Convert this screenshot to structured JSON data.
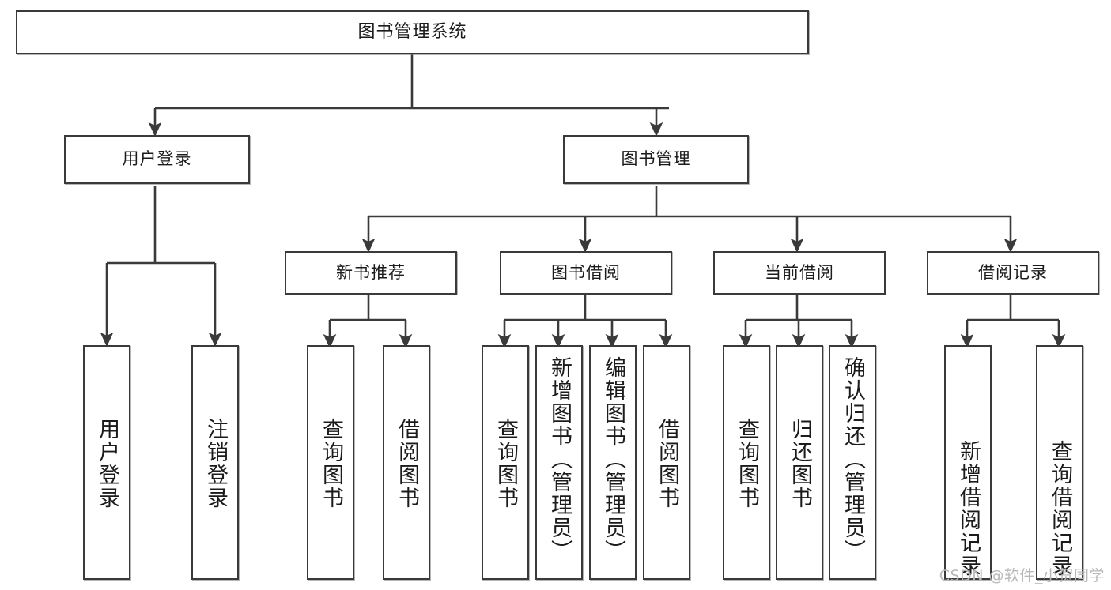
{
  "diagram": {
    "title": "图书管理系统",
    "watermark": "CSDN @软件_小贺同学",
    "edge_color": "#3a3a3a",
    "node_border_color": "#3a3a3a",
    "node_fill_color": "#ffffff",
    "text_color": "#1b1b1b",
    "watermark_color": "#b9b9b9"
  },
  "nodes": {
    "root": {
      "label": "图书管理系统"
    },
    "level1": [
      {
        "id": "user-login",
        "label": "用户登录"
      },
      {
        "id": "book-manage",
        "label": "图书管理"
      }
    ],
    "level2": [
      {
        "id": "new-book-recommend",
        "label": "新书推荐"
      },
      {
        "id": "book-borrow",
        "label": "图书借阅"
      },
      {
        "id": "current-borrow",
        "label": "当前借阅"
      },
      {
        "id": "borrow-record",
        "label": "借阅记录"
      }
    ],
    "leaves": {
      "user_login": [
        {
          "id": "leaf-user-login",
          "label": "用户登录"
        },
        {
          "id": "leaf-logout-login",
          "label": "注销登录"
        }
      ],
      "new_book_recommend": [
        {
          "id": "leaf-query-book-1",
          "label": "查询图书"
        },
        {
          "id": "leaf-borrow-book-1",
          "label": "借阅图书"
        }
      ],
      "book_borrow": [
        {
          "id": "leaf-query-book-2",
          "label": "查询图书"
        },
        {
          "id": "leaf-add-book",
          "label": "新增图书（管理员）"
        },
        {
          "id": "leaf-edit-book",
          "label": "编辑图书（管理员）"
        },
        {
          "id": "leaf-borrow-book-2",
          "label": "借阅图书"
        }
      ],
      "current_borrow": [
        {
          "id": "leaf-query-book-3",
          "label": "查询图书"
        },
        {
          "id": "leaf-return-book",
          "label": "归还图书"
        },
        {
          "id": "leaf-confirm-return",
          "label": "确认归还（管理员）"
        }
      ],
      "borrow_record": [
        {
          "id": "leaf-add-record",
          "label": "新增借阅记录"
        },
        {
          "id": "leaf-query-record",
          "label": "查询借阅记录"
        }
      ]
    }
  }
}
